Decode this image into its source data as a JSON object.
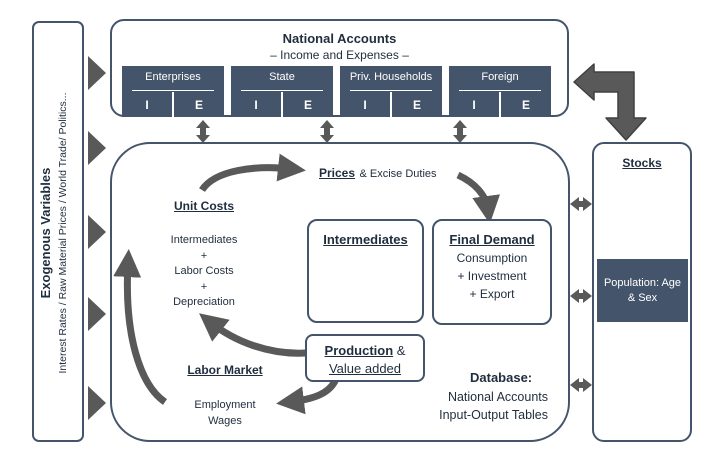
{
  "exogenous": {
    "title": "Exogenous Variables",
    "subtitle": "Interest Rates / Raw Material Prices / World Trade/ Politics..."
  },
  "national_accounts": {
    "title": "National Accounts",
    "subtitle": "– Income and Expenses –",
    "sectors": [
      {
        "label": "Enterprises",
        "i": "I",
        "e": "E"
      },
      {
        "label": "State",
        "i": "I",
        "e": "E"
      },
      {
        "label": "Priv. Households",
        "i": "I",
        "e": "E"
      },
      {
        "label": "Foreign",
        "i": "I",
        "e": "E"
      }
    ]
  },
  "stocks": {
    "title": "Stocks",
    "population": "Population: Age & Sex"
  },
  "core": {
    "prices_title": "Prices",
    "prices_rest": "& Excise Duties",
    "unit_costs_title": "Unit Costs",
    "unit_costs_items": [
      "Intermediates",
      "+",
      "Labor Costs",
      "+",
      "Depreciation"
    ],
    "intermediates_title": "Intermediates",
    "final_demand_title": "Final Demand",
    "final_demand_items": [
      "Consumption",
      "+ Investment",
      "+ Export"
    ],
    "production_title": "Production",
    "production_amp": "&",
    "value_added": "Value added",
    "labor_market_title": "Labor Market",
    "labor_market_items": [
      "Employment",
      "Wages"
    ],
    "database_title": "Database:",
    "database_items": [
      "National Accounts",
      "Input-Output Tables"
    ]
  },
  "colors": {
    "outline": "#44546a",
    "header_fill": "#44546a",
    "arrow": "#595959",
    "teal": "#17b3b0"
  }
}
